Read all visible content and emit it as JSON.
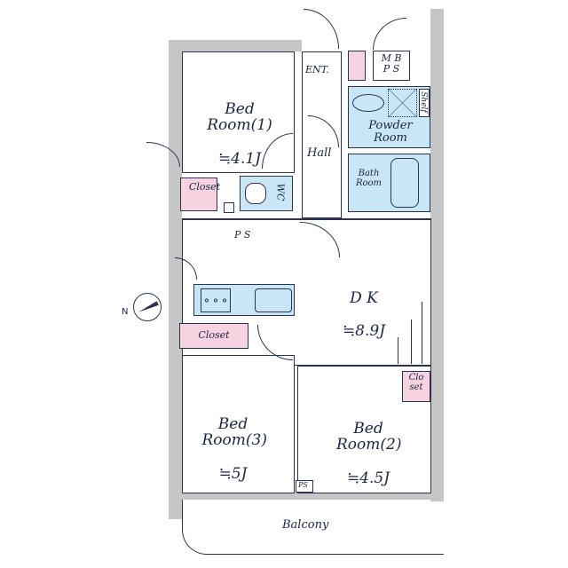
{
  "rooms": {
    "bedroom1": {
      "name": "Bed Room(1)",
      "size": "≒4.1J"
    },
    "bedroom2": {
      "name": "Bed Room(2)",
      "size": "≒4.5J"
    },
    "bedroom3": {
      "name": "Bed Room(3)",
      "size": "≒5J"
    },
    "dk": {
      "name": "D K",
      "size": "≒8.9J"
    },
    "hall": "Hall",
    "entrance": "ENT.",
    "mbps": "M B\nP S",
    "powder_room": "Powder\nRoom",
    "shelf": "Shelf",
    "bath_room": "Bath\nRoom",
    "wc": "WC",
    "closet1": "Closet",
    "closet3": "Closet",
    "closet2": "Clo\nset",
    "ps1": "P S",
    "ps2": "PS",
    "balcony": "Balcony"
  },
  "compass": {
    "label": "N"
  },
  "colors": {
    "wall": "#c6c6c6",
    "wet_area": "#c8e6f6",
    "storage": "#f7d3e1",
    "line": "#2a3450"
  }
}
